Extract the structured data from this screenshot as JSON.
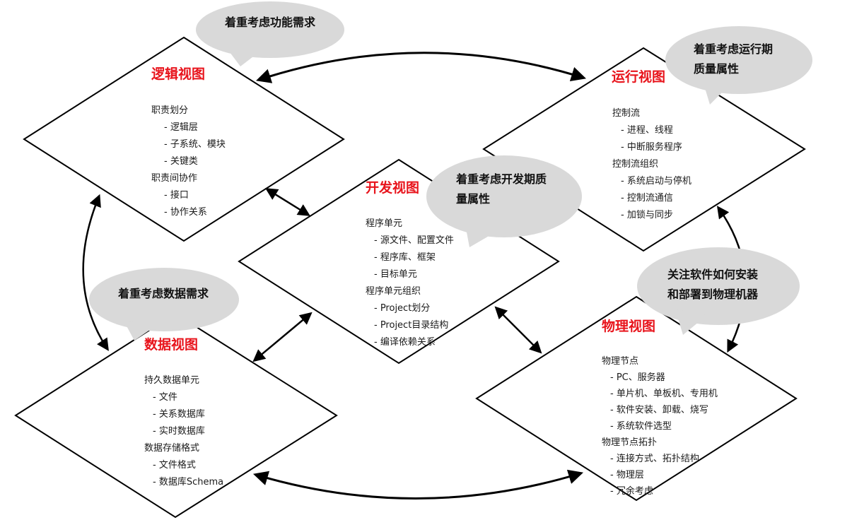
{
  "views": {
    "logical": {
      "title": "逻辑视图",
      "lines": [
        "职责划分",
        "-  逻辑层",
        "-  子系统、模块",
        "-  关键类",
        "职责间协作",
        "- 接口",
        "- 协作关系"
      ]
    },
    "process": {
      "title": "运行视图",
      "lines": [
        "控制流",
        "- 进程、线程",
        "- 中断服务程序",
        "控制流组织",
        "- 系统启动与停机",
        "- 控制流通信",
        "- 加锁与同步"
      ]
    },
    "development": {
      "title": "开发视图",
      "lines": [
        "程序单元",
        "- 源文件、配置文件",
        "- 程序库、框架",
        "- 目标单元",
        "程序单元组织",
        "- Project划分",
        "- Project目录结构",
        "- 编译依赖关系"
      ]
    },
    "data": {
      "title": "数据视图",
      "lines": [
        "持久数据单元",
        "- 文件",
        "- 关系数据库",
        "- 实时数据库",
        "数据存储格式",
        "- 文件格式",
        "- 数据库Schema"
      ]
    },
    "physical": {
      "title": "物理视图",
      "lines": [
        "物理节点",
        "- PC、服务器",
        "- 单片机、单板机、专用机",
        "- 软件安装、卸载、烧写",
        "- 系统软件选型",
        "物理节点拓扑",
        "- 连接方式、拓扑结构",
        "- 物理层",
        "- 冗余考虑"
      ]
    }
  },
  "bubbles": {
    "functional": [
      "着重考虑功能需求"
    ],
    "runtime": [
      "着重考虑运行期",
      "质量属性"
    ],
    "devquality": [
      "着重考虑开发期质",
      "量属性"
    ],
    "data": [
      "着重考虑数据需求"
    ],
    "deploy": [
      "关注软件如何安装",
      "和部署到物理机器"
    ]
  },
  "colors": {
    "title": "#e8141c",
    "bubble": "#d9d9d9",
    "stroke": "#000000"
  }
}
